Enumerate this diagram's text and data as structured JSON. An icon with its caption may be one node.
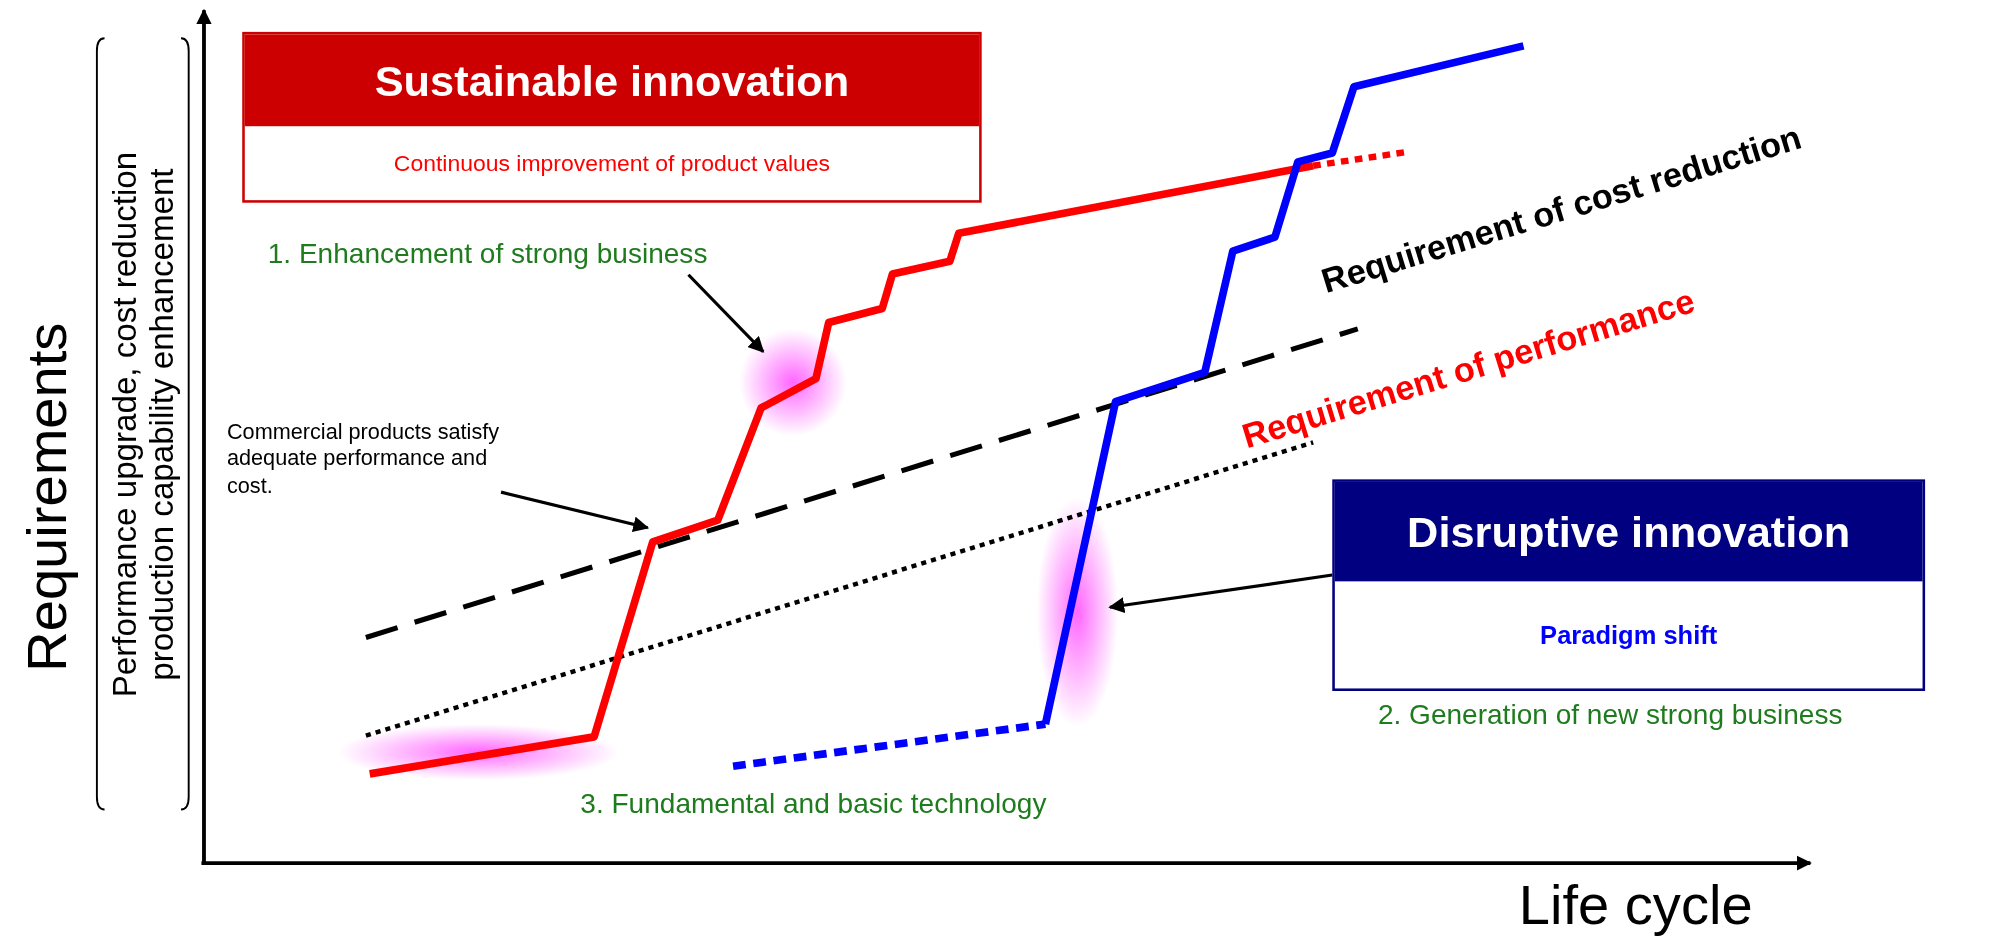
{
  "diagram": {
    "nodes": [
      {
        "text": [
          "Sustainable innovation",
          "Continuous improvement of product values"
        ]
      },
      {
        "text": [
          "Disruptive innovation",
          "Paradigm shift"
        ]
      },
      {
        "text": [
          "1. Enhancement of strong business"
        ]
      },
      {
        "text": [
          "Commercial products satisfy adequate performance and cost."
        ]
      },
      {
        "text": [],
        "shape": "ellipse"
      },
      {
        "text": [],
        "shape": "ellipse"
      }
    ],
    "edges": [
      {
        "from": 2,
        "to": 4,
        "arrow": "to"
      },
      {
        "from": 3,
        "to": null,
        "arrow": "to"
      },
      {
        "from": 1,
        "to": 5,
        "arrow": "to"
      }
    ],
    "labels": [
      "Requirement of cost reduction",
      "Requirement of performance",
      "Requirements",
      "Performance upgrade, cost reduction production capability enhancement",
      "2. Generation of new strong business",
      "3. Fundamental and basic technology",
      "Life cycle"
    ]
  }
}
